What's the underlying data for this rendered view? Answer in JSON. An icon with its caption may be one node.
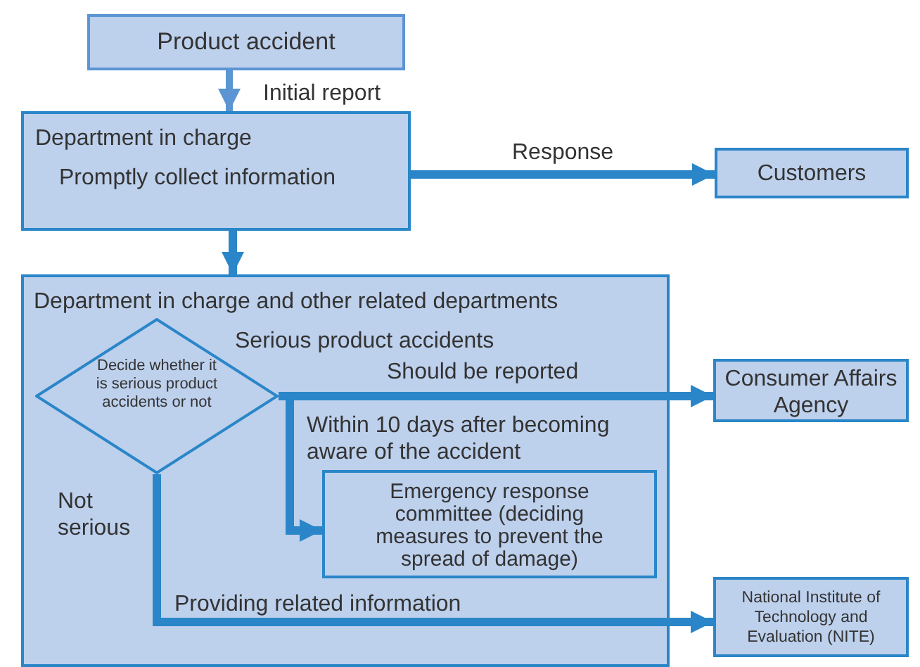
{
  "diagram": {
    "nodes": [
      {
        "text": [
          "Product accident"
        ]
      },
      {
        "text": [
          "Department in charge",
          "Promptly collect information"
        ]
      },
      {
        "text": [
          "Customers"
        ]
      },
      {
        "text": [
          "Department in charge and other related departments"
        ]
      },
      {
        "text": [
          "Decide whether it is serious product accidents or not"
        ],
        "in": 3
      },
      {
        "text": [
          "Consumer Affairs Agency"
        ]
      },
      {
        "text": [
          "Emergency response committee (deciding measures to prevent the spread of damage)"
        ],
        "in": 3
      },
      {
        "text": [
          "National Institute of Technology and Evaluation (NITE)"
        ]
      }
    ],
    "edges": [
      {
        "from": 0,
        "to": 1,
        "arrow": "to",
        "label": "Initial report",
        "color": "#5b95d3"
      },
      {
        "from": 1,
        "to": 2,
        "arrow": "to",
        "label": "Response"
      },
      {
        "from": 1,
        "to": 3,
        "arrow": "to"
      },
      {
        "from": 4,
        "to": 5,
        "arrow": "to",
        "label": "Should be reported"
      },
      {
        "from": 4,
        "to": 6,
        "arrow": "to"
      },
      {
        "from": 4,
        "to": 7,
        "arrow": "to",
        "label": "Providing related information"
      }
    ],
    "labels": [
      "Serious product accidents",
      "Within 10 days after becoming aware of the accident",
      "Not serious"
    ]
  }
}
